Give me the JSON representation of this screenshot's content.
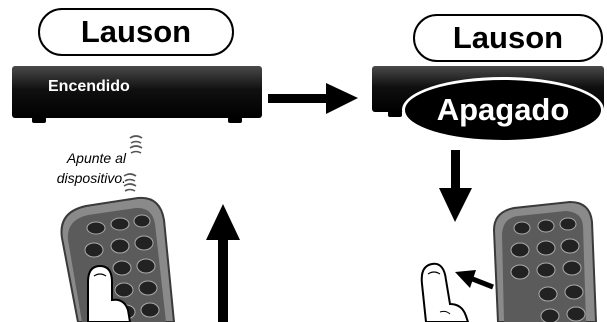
{
  "left_panel": {
    "brand": "Lauson",
    "device_label": "Encendido",
    "instruction": "Apunte al dispositivo."
  },
  "right_panel": {
    "brand": "Lauson",
    "status_label": "Apagado"
  },
  "icons": {
    "signal": "ir-signal-wave-icon",
    "arrow_right": "arrow-right-icon",
    "arrow_down": "arrow-down-icon",
    "arrow_up": "arrow-up-icon",
    "arrow_left_small": "arrow-left-icon",
    "remote": "remote-control-icon",
    "finger": "pointing-finger-icon"
  },
  "colors": {
    "ink": "#000000",
    "background": "#ffffff",
    "device_body": "#111111",
    "remote_body": "#8a8a8a"
  }
}
